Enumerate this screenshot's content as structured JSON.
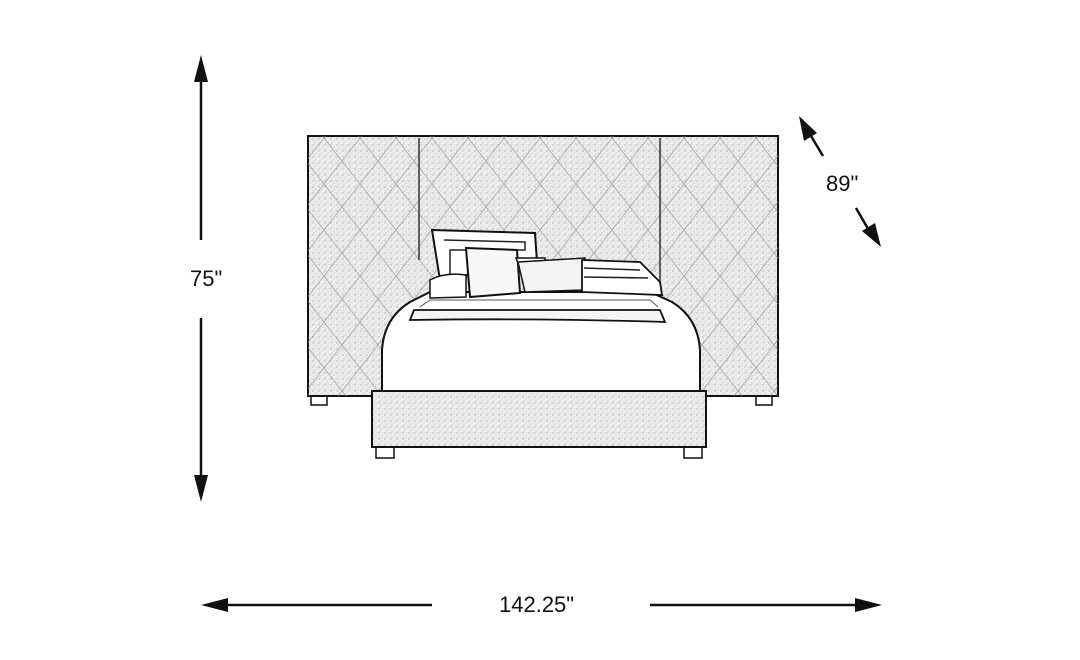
{
  "diagram": {
    "subject": "upholstered tufted bed with wide wing headboard, line drawing",
    "dimensions": {
      "height": "75\"",
      "depth": "89\"",
      "width": "142.25\""
    },
    "colors": {
      "line": "#111111",
      "fabric_fill": "#e9e9e9",
      "bedding_fill": "#ffffff",
      "background": "#ffffff"
    }
  }
}
